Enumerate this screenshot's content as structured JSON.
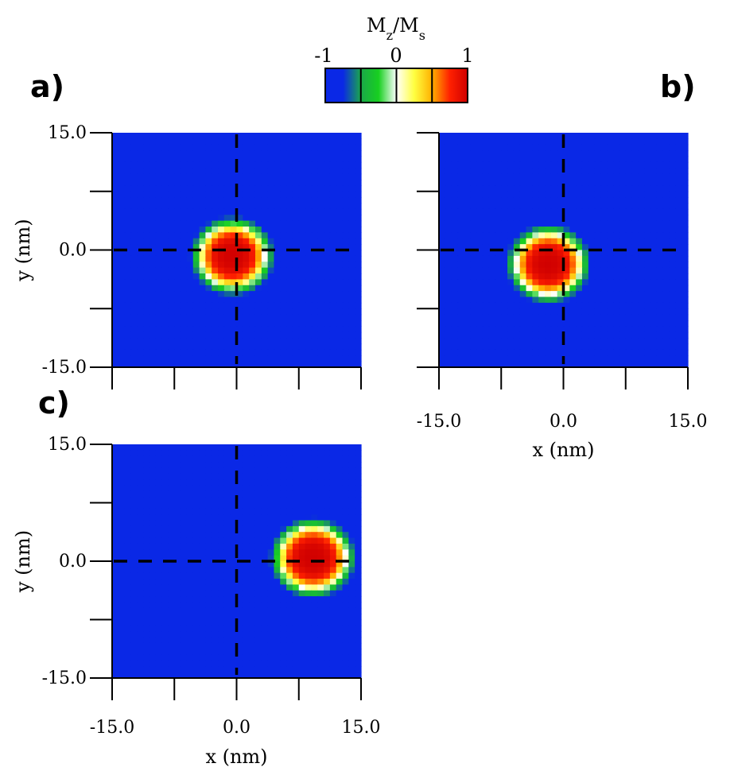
{
  "chart_data": [
    {
      "type": "heatmap",
      "panel": "a)",
      "xlabel": "",
      "ylabel": "y (nm)",
      "xlim": [
        -15.0,
        15.0
      ],
      "ylim": [
        -15.0,
        15.0
      ],
      "x_ticks": [],
      "y_ticks": [
        "15.0",
        "0.0",
        "-15.0"
      ],
      "crosshair": [
        0,
        0
      ],
      "skyrmion_center": [
        -0.5,
        -0.8
      ],
      "skyrmion_radius": 3.9,
      "background_value": -1
    },
    {
      "type": "heatmap",
      "panel": "b)",
      "xlabel": "x (nm)",
      "ylabel": "",
      "xlim": [
        -15.0,
        15.0
      ],
      "ylim": [
        -15.0,
        15.0
      ],
      "x_ticks": [
        "-15.0",
        "0.0",
        "15.0"
      ],
      "y_ticks": [],
      "crosshair": [
        0,
        0
      ],
      "skyrmion_center": [
        -1.8,
        -1.8
      ],
      "skyrmion_radius": 3.9,
      "background_value": -1
    },
    {
      "type": "heatmap",
      "panel": "c)",
      "xlabel": "x (nm)",
      "ylabel": "y (nm)",
      "xlim": [
        -15.0,
        15.0
      ],
      "ylim": [
        -15.0,
        15.0
      ],
      "x_ticks": [
        "-15.0",
        "0.0",
        "15.0"
      ],
      "y_ticks": [
        "15.0",
        "0.0",
        "-15.0"
      ],
      "crosshair": [
        0,
        0
      ],
      "skyrmion_center": [
        9.2,
        0.4
      ],
      "skyrmion_radius": 4.0,
      "background_value": -1
    }
  ],
  "colorbar": {
    "title": "M",
    "title_sub1": "z",
    "title_slash": "/M",
    "title_sub2": "s",
    "range": [
      -1,
      1
    ],
    "tick_labels": [
      "-1",
      "0",
      "1"
    ],
    "tick_values": [
      -1,
      -0.5,
      0,
      0.5,
      1
    ],
    "colors": [
      "#0a28e6",
      "#0a28e6",
      "#1aa84a",
      "#18d020",
      "#ffffff",
      "#ffff40",
      "#ffb000",
      "#ff2000",
      "#d00000"
    ]
  }
}
